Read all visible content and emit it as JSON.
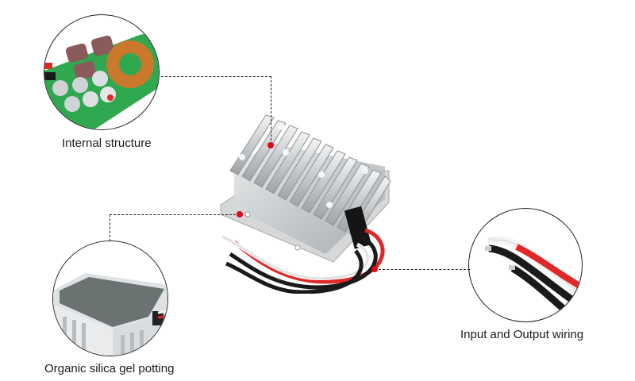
{
  "callouts": [
    {
      "id": "internal",
      "label": "Internal structure"
    },
    {
      "id": "potting",
      "label": "Organic silica gel potting"
    },
    {
      "id": "wiring",
      "label": "Input and Output wiring"
    }
  ],
  "colors": {
    "accent_dot": "#e30613",
    "line": "#222222",
    "pcb_green": "#2fa84f",
    "aluminum": "#c9ccce",
    "wire_red": "#e02828",
    "wire_black": "#1a1a1a",
    "wire_white": "#f4f4f4"
  }
}
